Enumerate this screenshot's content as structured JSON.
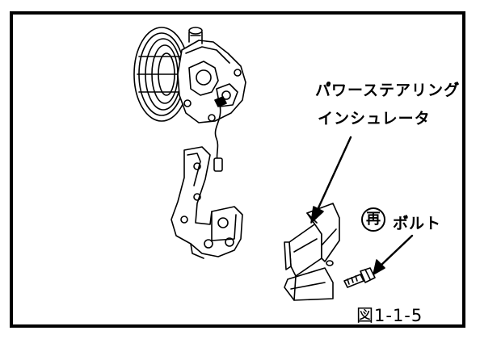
{
  "labels": {
    "insulator_line1": "パ゚ワーステアリング゙",
    "insulator_line2": "インシュレータ",
    "reuse_mark": "再",
    "bolt": "ボ゙ルト"
  },
  "figure_number": "図1-1-5"
}
